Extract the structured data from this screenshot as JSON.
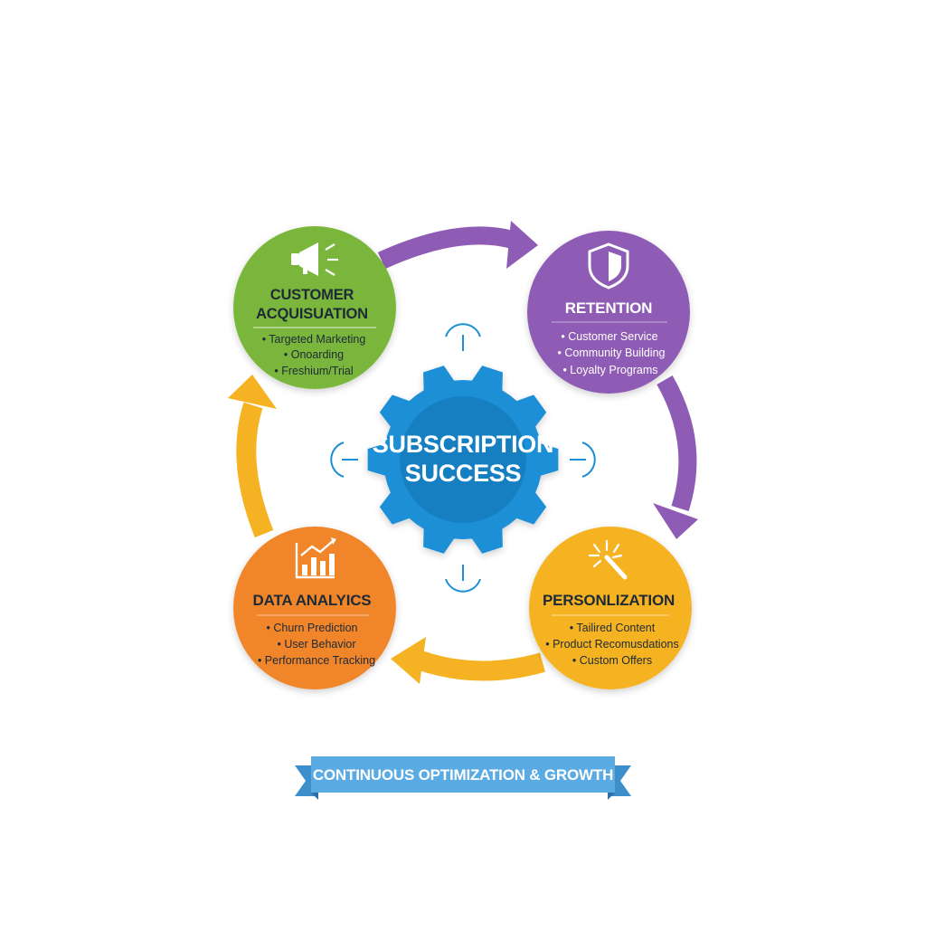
{
  "center": {
    "line1": "SUBSCRIPTION",
    "line2": "SUCCESS",
    "icon": "gear-icon",
    "color": "#1a8fd6"
  },
  "nodes": {
    "acquisition": {
      "title_line1": "CUSTOMER",
      "title_line2": "ACQUISUATION",
      "items": [
        "• Targeted Marketing",
        "• Onoarding",
        "• Freshium/Trial"
      ],
      "icon": "megaphone-icon",
      "color": "#79b63a"
    },
    "retention": {
      "title": "RETENTION",
      "items": [
        "• Customer Service",
        "• Community Building",
        "• Loyalty Programs"
      ],
      "icon": "shield-icon",
      "color": "#8e5bb5"
    },
    "personalization": {
      "title": "PERSONLIZATION",
      "items": [
        "• Tailired Content",
        "• Product Recomusdations",
        "• Custom Offers"
      ],
      "icon": "magic-wand-icon",
      "color": "#f5b324"
    },
    "analytics": {
      "title": "DATA ANALYICS",
      "items": [
        "• Churn Prediction",
        "• User Behavior",
        "• Performance Tracking"
      ],
      "icon": "bar-chart-icon",
      "color": "#f0852a"
    }
  },
  "arrows": {
    "purple": "#8e5bb5",
    "yellow": "#f5b324"
  },
  "banner": {
    "text": "CONTINUOUS OPTIMIZATION & GROWTH",
    "color": "#5aabe3"
  }
}
